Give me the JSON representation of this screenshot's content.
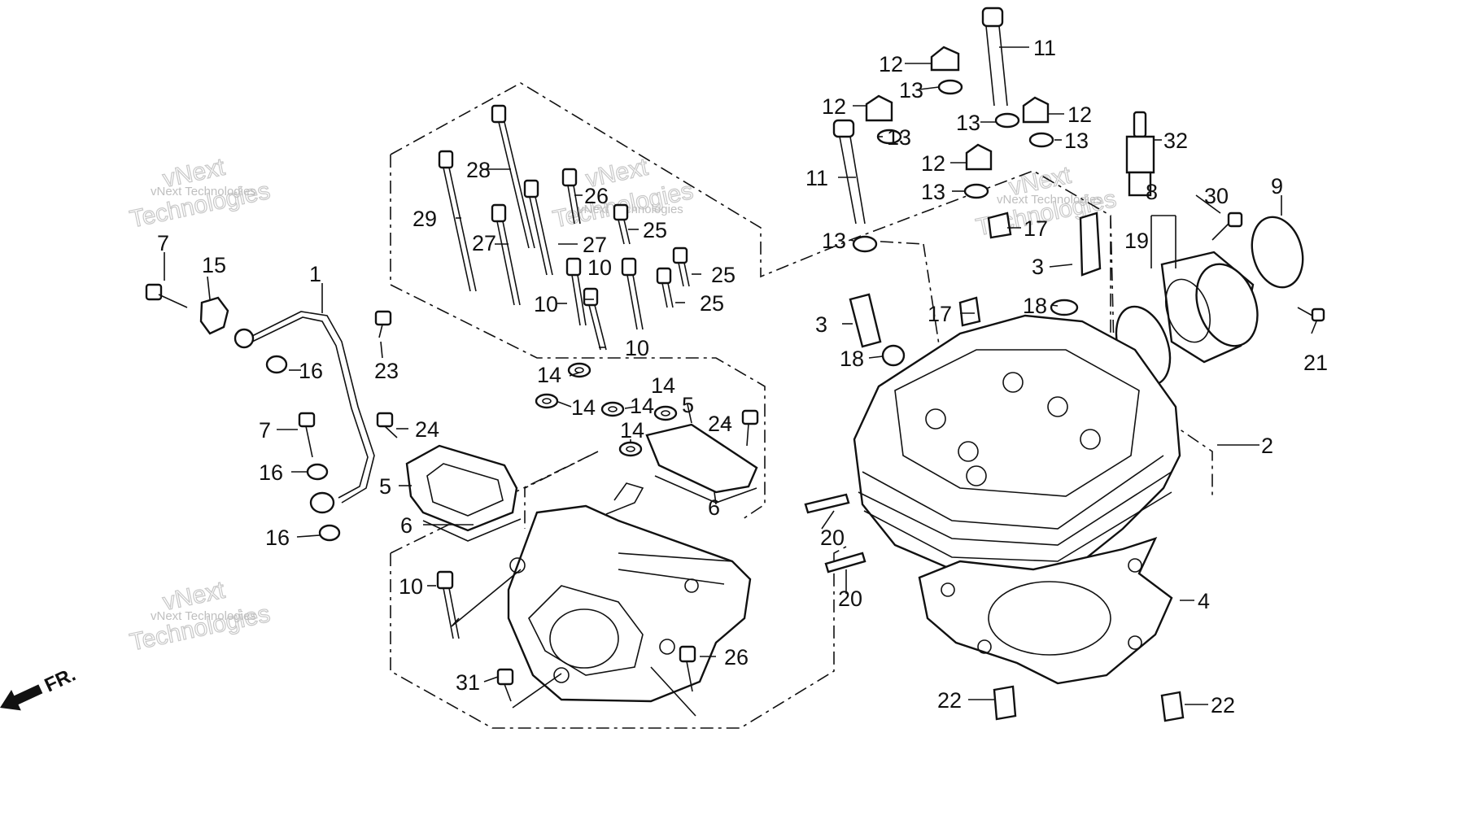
{
  "front_label": "FR.",
  "watermark": {
    "small": "vNext Technologies",
    "line1": "vNext",
    "line2": "Technologies"
  },
  "callouts": {
    "c1": "1",
    "c2": "2",
    "c3a": "3",
    "c3b": "3",
    "c4": "4",
    "c5a": "5",
    "c5b": "5",
    "c6a": "6",
    "c6b": "6",
    "c7a": "7",
    "c7b": "7",
    "c8": "8",
    "c9": "9",
    "c10a": "10",
    "c10b": "10",
    "c10c": "10",
    "c10d": "10",
    "c11a": "11",
    "c11b": "11",
    "c12a": "12",
    "c12b": "12",
    "c12c": "12",
    "c12d": "12",
    "c13a": "13",
    "c13b": "13",
    "c13c": "13",
    "c13d": "13",
    "c13e": "13",
    "c13f": "13",
    "c14a": "14",
    "c14b": "14",
    "c14c": "14",
    "c14d": "14",
    "c14e": "14",
    "c15": "15",
    "c16a": "16",
    "c16b": "16",
    "c16c": "16",
    "c17a": "17",
    "c17b": "17",
    "c18a": "18",
    "c18b": "18",
    "c19": "19",
    "c20a": "20",
    "c20b": "20",
    "c21": "21",
    "c22a": "22",
    "c22b": "22",
    "c23": "23",
    "c24a": "24",
    "c24b": "24",
    "c25a": "25",
    "c25b": "25",
    "c25c": "25",
    "c26a": "26",
    "c26b": "26",
    "c27a": "27",
    "c27b": "27",
    "c28": "28",
    "c29": "29",
    "c30": "30",
    "c31": "31",
    "c32": "32"
  }
}
